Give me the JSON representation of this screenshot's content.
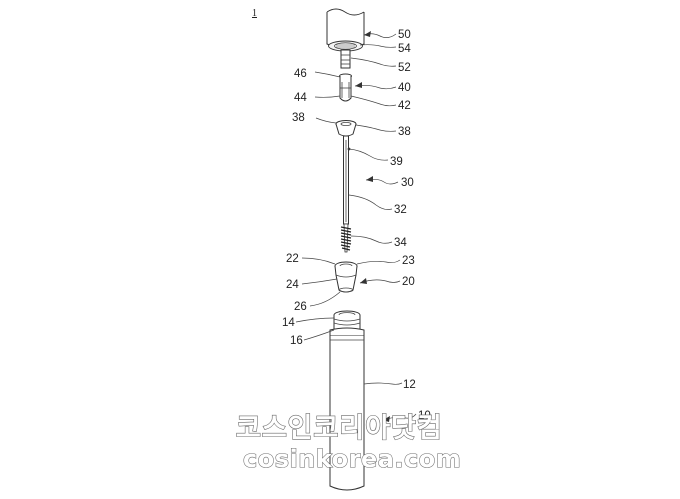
{
  "figure_number": "1",
  "labels": {
    "l50": "50",
    "l54": "54",
    "l52": "52",
    "l46": "46",
    "l40": "40",
    "l44": "44",
    "l42": "42",
    "l38a": "38",
    "l38b": "38",
    "l39": "39",
    "l30": "30",
    "l32": "32",
    "l34": "34",
    "l22": "22",
    "l23": "23",
    "l24": "24",
    "l20": "20",
    "l26": "26",
    "l14": "14",
    "l16": "16",
    "l12": "12",
    "l10": "10"
  },
  "watermark": {
    "korean": "코스인코리아닷컴",
    "url": "cosinkorea.com"
  }
}
